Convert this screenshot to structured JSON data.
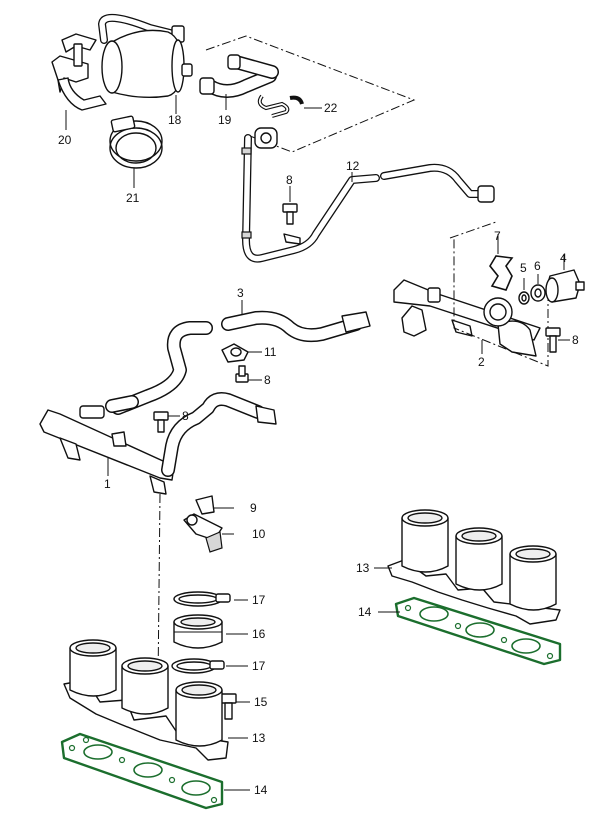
{
  "figure": "Fuel system exploded parts diagram",
  "colors": {
    "line": "#111111",
    "gasket": "#1b6e2d",
    "background": "#ffffff"
  },
  "callouts": {
    "c1": "1",
    "c2": "2",
    "c3": "3",
    "c4": "4",
    "c5": "5",
    "c6": "6",
    "c7": "7",
    "c8a": "8",
    "c8b": "8",
    "c8c": "8",
    "c8d": "8",
    "c9": "9",
    "c10": "10",
    "c11": "11",
    "c12": "12",
    "c13a": "13",
    "c13b": "13",
    "c14a": "14",
    "c14b": "14",
    "c15": "15",
    "c16": "16",
    "c17a": "17",
    "c17b": "17",
    "c18": "18",
    "c19": "19",
    "c20": "20",
    "c21": "21",
    "c22": "22"
  }
}
